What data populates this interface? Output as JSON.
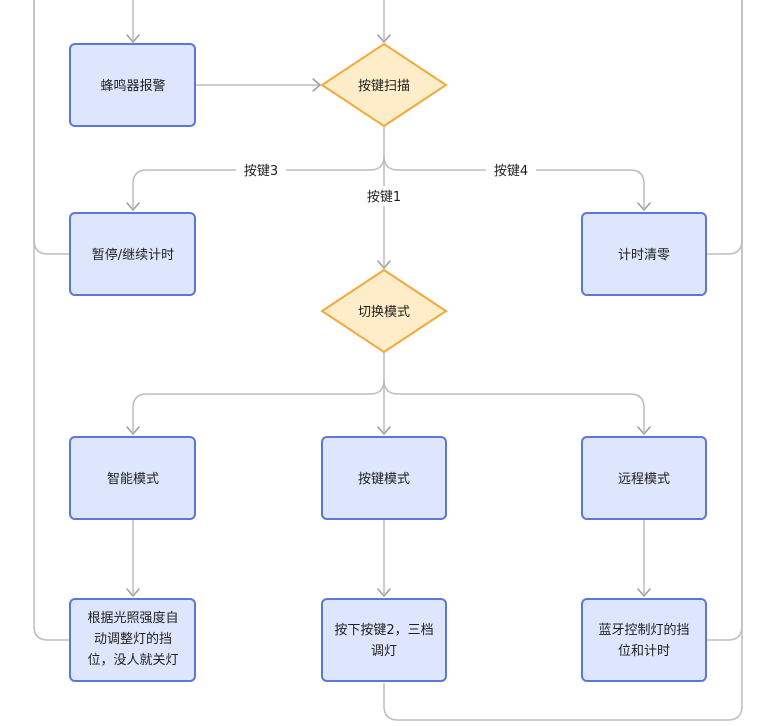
{
  "nodes": {
    "buzzer_alarm": "蜂鸣器报警",
    "key_scan": "按键扫描",
    "pause_resume": "暂停/继续计时",
    "timer_reset": "计时清零",
    "switch_mode": "切换模式",
    "smart_mode": "智能模式",
    "key_mode": "按键模式",
    "remote_mode": "远程模式",
    "smart_desc": [
      "根据光照强度自",
      "动调整灯的挡",
      "位，没人就关灯"
    ],
    "key_desc": [
      "按下按键2，三档",
      "调灯"
    ],
    "remote_desc": [
      "蓝牙控制灯的挡",
      "位和计时"
    ]
  },
  "edge_labels": {
    "key3": "按键3",
    "key1": "按键1",
    "key4": "按键4"
  },
  "colors": {
    "process_fill": "#dde6fd",
    "process_stroke": "#5b77d9",
    "decision_fill": "#ffecc8",
    "decision_stroke": "#f3a93c",
    "connector": "#bdbdbd"
  }
}
